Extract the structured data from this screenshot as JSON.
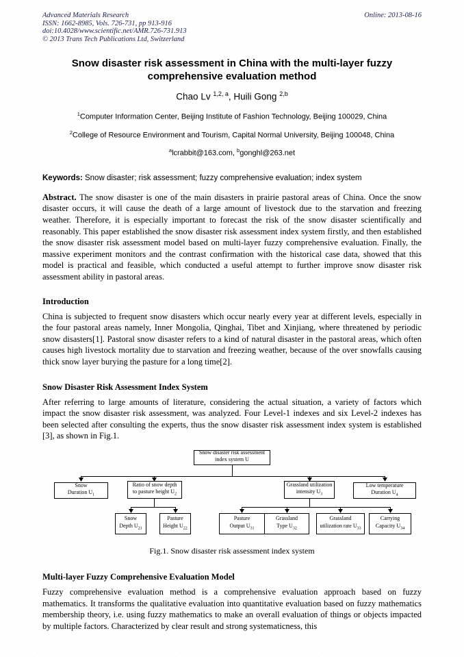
{
  "header": {
    "left_lines": [
      "Advanced Materials Research",
      "ISSN: 1662-8985, Vols. 726-731, pp 913-916",
      "doi:10.4028/www.scientific.net/AMR.726-731.913",
      "© 2013 Trans Tech Publications Ltd, Switzerland"
    ],
    "online_date": "Online: 2013-08-16"
  },
  "title": {
    "lines": [
      "Snow disaster risk assessment in China with the multi-layer fuzzy",
      "comprehensive evaluation method"
    ]
  },
  "authors": {
    "name1": "Chao Lv ",
    "sup1": "1,2, a",
    "separator": ", ",
    "name2": "Huili Gong ",
    "sup2": "2,b"
  },
  "affiliations": {
    "aff1_sup": "1",
    "aff1_text": "Computer Information Center, Beijing Institute of Fashion Technology, Beijing 100029, China",
    "aff2_sup": "2",
    "aff2_text": "College of Resource Environment and Tourism, Capital Normal University, Beijing 100048, China",
    "email_a_sup": "a",
    "email_a": "lcrabbit@163.com, ",
    "email_b_sup": "b",
    "email_b": "gonghl@263.net"
  },
  "keywords": {
    "label": "Keywords:",
    "text": " Snow disaster; risk assessment; fuzzy comprehensive evaluation; index system"
  },
  "abstract": {
    "label": "Abstract.",
    "text": " The snow disaster is one of the main disasters in prairie pastoral areas of China. Once the snow disaster occurs, it will cause the death of a large amount of livestock due to the starvation and freezing weather. Therefore, it is especially important to forecast the risk of the snow disaster scientifically and reasonably. This paper established the snow disaster risk assessment index system firstly, and then established the snow disaster risk assessment model based on multi-layer fuzzy comprehensive evaluation. Finally, the massive experiment monitors and the contrast confirmation with the historical case data, showed that this model is practical and feasible, which conducted a useful attempt to further improve snow disaster risk assessment ability in pastoral areas."
  },
  "sections": {
    "introduction": {
      "heading": "Introduction",
      "body": "China is subjected to frequent snow disasters which occur nearly every year at different levels, especially in the four pastoral areas namely, Inner Mongolia, Qinghai, Tibet and Xinjiang, where threatened by periodic snow disasters[1]. Pastoral snow disaster refers to a kind of natural disaster in the pastoral areas, which often causes high livestock mortality due to starvation and freezing weather, because of the over snowfalls causing thick snow layer burying the pasture for a long time[2]."
    },
    "index_system": {
      "heading": "Snow Disaster Risk Assessment Index System",
      "body": "After referring to large amounts of literature, considering the actual situation, a variety of factors which impact the snow disaster risk assessment, was analyzed. Four Level-1 indexes and six Level-2 indexes has been selected after consulting the experts, thus the snow disaster risk assessment index system is established [3], as shown in Fig.1."
    },
    "model": {
      "heading": "Multi-layer Fuzzy Comprehensive Evaluation Model",
      "body": "Fuzzy comprehensive evaluation method is a comprehensive evaluation approach based on fuzzy mathematics. It transforms the qualitative evaluation into quantitative evaluation based on fuzzy mathematics membership theory, i.e. using fuzzy mathematics to make an overall evaluation of things or objects impacted by multiple factors. Characterized by clear result and strong systematicness, this"
    }
  },
  "figure": {
    "caption": "Fig.1. Snow disaster risk assessment index system",
    "nodes": {
      "root": {
        "line1": "Snow disaster risk assessment",
        "line2": "index system U",
        "sub": ""
      },
      "u1": {
        "line1": "Snow",
        "line2": "Duration U",
        "sub": "1"
      },
      "u2": {
        "line1": "Ratio of snow depth",
        "line2": "to pasture height U",
        "sub": "2"
      },
      "u3": {
        "line1": "Grassland utilization",
        "line2": "intensity U",
        "sub": "3"
      },
      "u4": {
        "line1": "Low temperature",
        "line2": "Duration U",
        "sub": "4"
      },
      "u21": {
        "line1": "Snow",
        "line2": "Depth U",
        "sub": "21"
      },
      "u22": {
        "line1": "Pasture",
        "line2": "Height U",
        "sub": "22"
      },
      "u31": {
        "line1": "Pasture",
        "line2": "Output U",
        "sub": "31"
      },
      "u32": {
        "line1": "Grassland",
        "line2": "Type U",
        "sub": "32"
      },
      "u33": {
        "line1": "Grassland",
        "line2": "utilization rate U",
        "sub": "33"
      },
      "u34": {
        "line1": "Carrying",
        "line2": "Capacity U",
        "sub": "34"
      }
    }
  },
  "colors": {
    "page_bg": "#ffffff",
    "text": "#000000",
    "header_text": "#1d1d4e"
  }
}
